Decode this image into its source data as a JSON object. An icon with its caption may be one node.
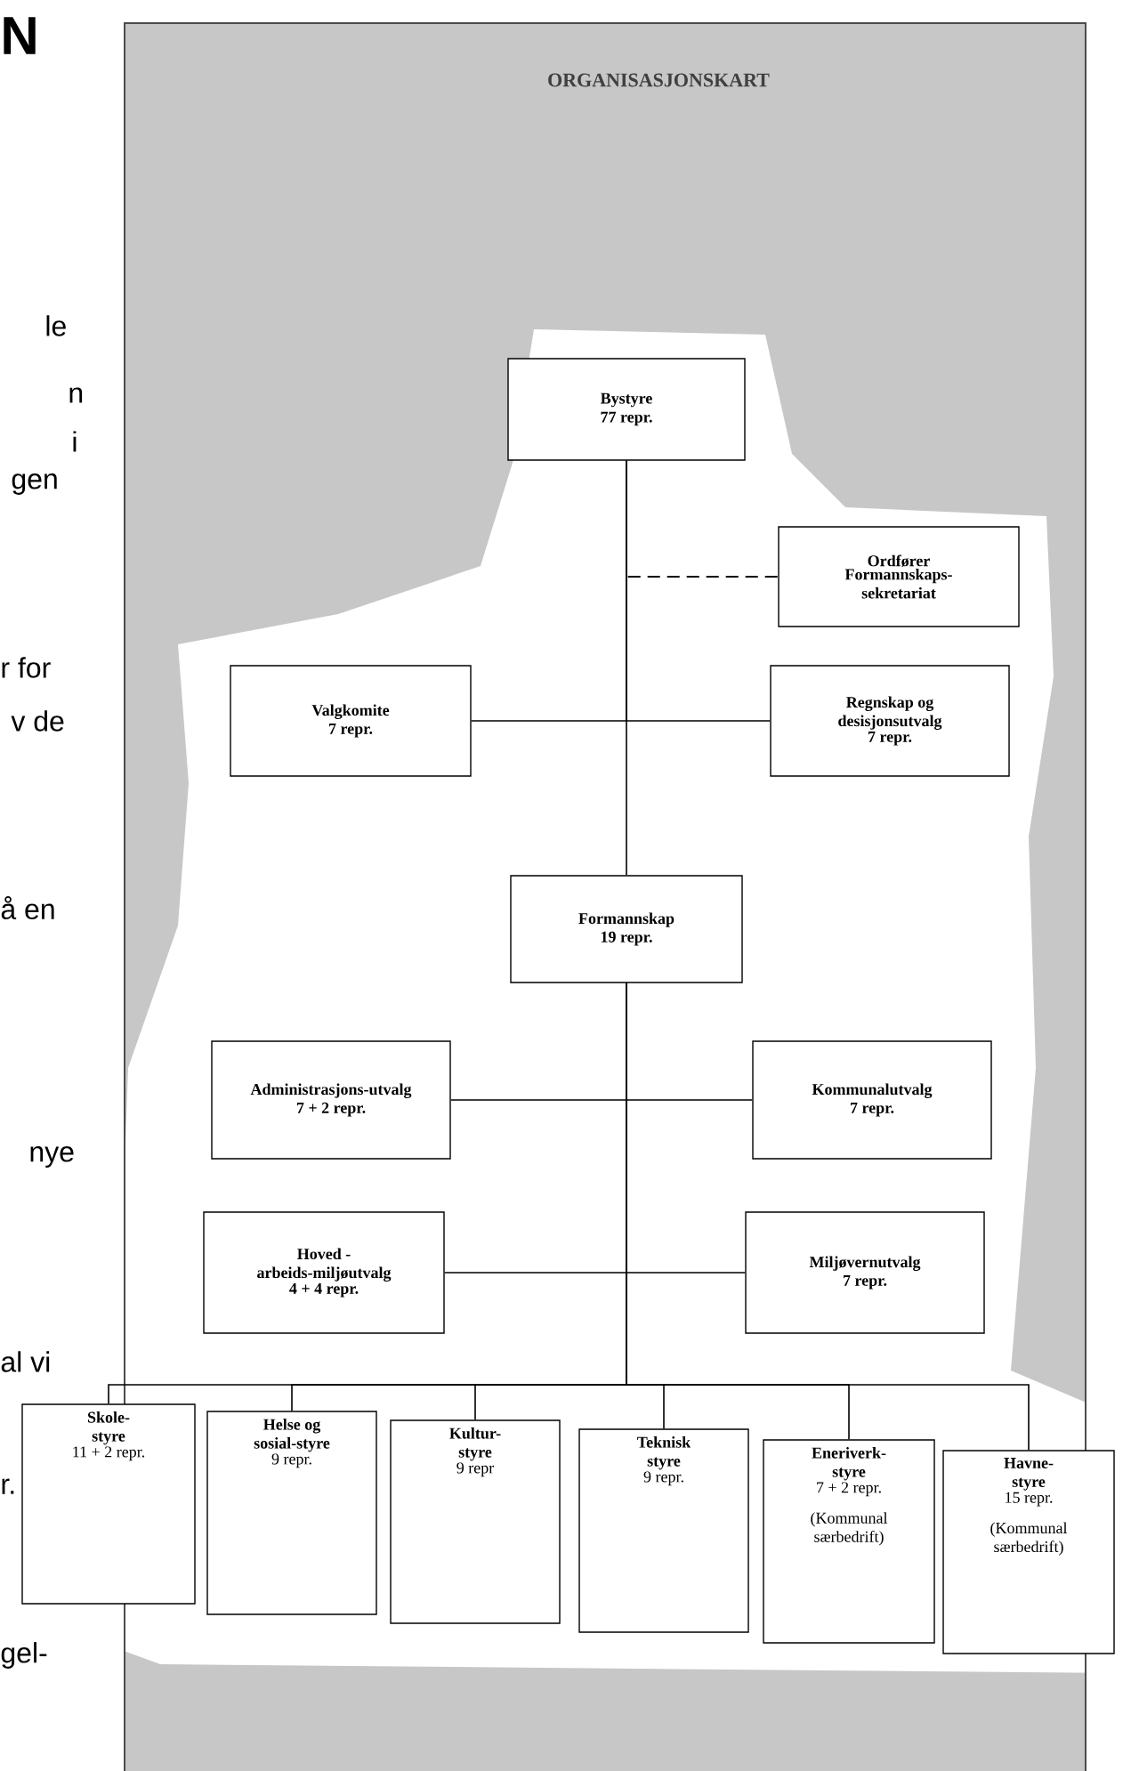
{
  "diagram": {
    "title": "ORGANISASJONSKART",
    "nodes": [
      {
        "text": [
          "Bystyre",
          "77 repr."
        ]
      },
      {
        "text": [
          "Ordfører",
          "Formannskaps-sekretariat"
        ]
      },
      {
        "text": [
          "Valgkomite",
          "7 repr."
        ]
      },
      {
        "text": [
          "Regnskap og desisjonsutvalg",
          "7 repr."
        ]
      },
      {
        "text": [
          "Formannskap",
          "19 repr."
        ]
      },
      {
        "text": [
          "Administrasjons-utvalg",
          "7 + 2 repr."
        ]
      },
      {
        "text": [
          "Kommunalutvalg",
          "7 repr."
        ]
      },
      {
        "text": [
          "Hoved - arbeids-miljøutvalg",
          "4 + 4 repr."
        ]
      },
      {
        "text": [
          "Miljøvernutvalg",
          "7 repr."
        ]
      },
      {
        "text": [
          "Skole-styre",
          "11 + 2 repr."
        ]
      },
      {
        "text": [
          "Helse og sosial-styre",
          "9 repr."
        ]
      },
      {
        "text": [
          "Kultur-styre",
          "9 repr"
        ]
      },
      {
        "text": [
          "Teknisk styre",
          "9 repr."
        ]
      },
      {
        "text": [
          "Eneriverk-styre",
          "7 + 2 repr.",
          "(Kommunal særbedrift)"
        ]
      },
      {
        "text": [
          "Havne-styre",
          "15 repr.",
          "(Kommunal særbedrift)"
        ]
      }
    ],
    "edges": [
      {
        "from": 0,
        "to": 4,
        "arrow": "none"
      },
      {
        "from": 0,
        "to": 1,
        "arrow": "none",
        "style": "dashed"
      },
      {
        "from": 0,
        "to": 2,
        "arrow": "none"
      },
      {
        "from": 0,
        "to": 3,
        "arrow": "none"
      },
      {
        "from": 4,
        "to": 5,
        "arrow": "none"
      },
      {
        "from": 4,
        "to": 6,
        "arrow": "none"
      },
      {
        "from": 4,
        "to": 7,
        "arrow": "none"
      },
      {
        "from": 4,
        "to": 8,
        "arrow": "none"
      },
      {
        "from": 4,
        "to": 9,
        "arrow": "none"
      },
      {
        "from": 4,
        "to": 10,
        "arrow": "none"
      },
      {
        "from": 4,
        "to": 11,
        "arrow": "none"
      },
      {
        "from": 4,
        "to": 12,
        "arrow": "none"
      },
      {
        "from": 4,
        "to": 13,
        "arrow": "none"
      },
      {
        "from": 4,
        "to": 14,
        "arrow": "none"
      }
    ],
    "labels": [
      "N",
      "le",
      "n",
      "i",
      "gen",
      "r for",
      "v de",
      "å en",
      "nye",
      "al vi",
      "r.",
      "gel-"
    ]
  }
}
